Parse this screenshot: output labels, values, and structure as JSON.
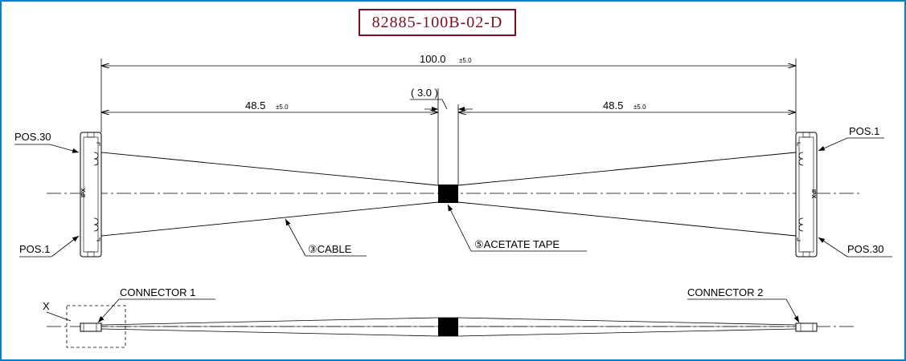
{
  "title": "82885-100B-02-D",
  "colors": {
    "frame": "#0a7ec6",
    "title": "#7a1020",
    "ink": "#000000"
  },
  "dimensions": {
    "overall": {
      "value": "100.0",
      "tolerance": "±5.0"
    },
    "left_half": {
      "value": "48.5",
      "tolerance": "±5.0"
    },
    "right_half": {
      "value": "48.5",
      "tolerance": "±5.0"
    },
    "tape_width": "( 3.0 )"
  },
  "labels": {
    "left_top_pos": "POS.30",
    "left_bottom_pos": "POS.1",
    "right_top_pos": "POS.1",
    "right_bottom_pos": "POS.30",
    "cable": "③CABLE",
    "tape": "⑤ACETATE TAPE",
    "connector1": "CONNECTOR 1",
    "connector2": "CONNECTOR 2",
    "detail": "X"
  },
  "connector_marking": "IPX"
}
